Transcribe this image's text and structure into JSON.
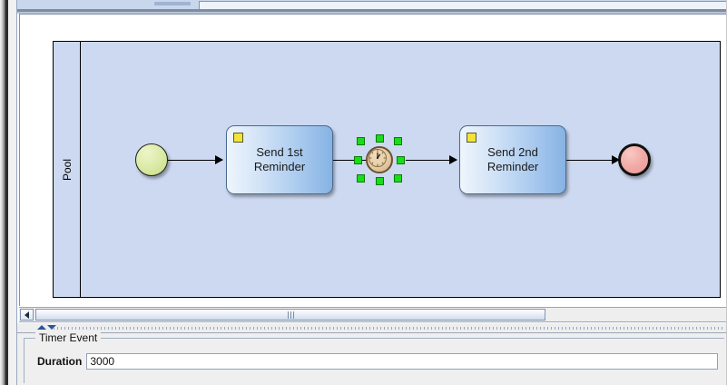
{
  "window": {
    "tab_strip_visible": true
  },
  "canvas": {
    "background": "#ffffff",
    "pool": {
      "label": "Pool",
      "fill": "#ccd9f0",
      "border": "#000000"
    },
    "nodes": [
      {
        "id": "start-event",
        "type": "start-event",
        "label": "",
        "fill": "#d8eca4"
      },
      {
        "id": "task-send-1st-reminder",
        "type": "task",
        "label": "Send 1st\nReminder",
        "marker": "message-marker",
        "marker_color": "#f2e33a"
      },
      {
        "id": "timer-intermediate-event",
        "type": "timer-intermediate-event",
        "label": "",
        "selected": true,
        "fill": "#e7cda4",
        "handle_color": "#19dd19"
      },
      {
        "id": "task-send-2nd-reminder",
        "type": "task",
        "label": "Send 2nd\nReminder",
        "marker": "message-marker",
        "marker_color": "#f2e33a"
      },
      {
        "id": "end-event",
        "type": "end-event",
        "label": "",
        "fill": "#f2aaa6"
      }
    ],
    "connections": [
      {
        "from": "start-event",
        "to": "task-send-1st-reminder"
      },
      {
        "from": "task-send-1st-reminder",
        "to": "timer-intermediate-event"
      },
      {
        "from": "timer-intermediate-event",
        "to": "task-send-2nd-reminder"
      },
      {
        "from": "task-send-2nd-reminder",
        "to": "end-event"
      }
    ]
  },
  "scrollbar": {
    "left_arrow": "◀",
    "orientation": "horizontal"
  },
  "splitter": {
    "up_arrow": "collapse-up-icon",
    "down_arrow": "collapse-down-icon"
  },
  "properties": {
    "group_title": "Timer Event",
    "duration_label": "Duration",
    "duration_value": "3000",
    "duration_placeholder": ""
  }
}
